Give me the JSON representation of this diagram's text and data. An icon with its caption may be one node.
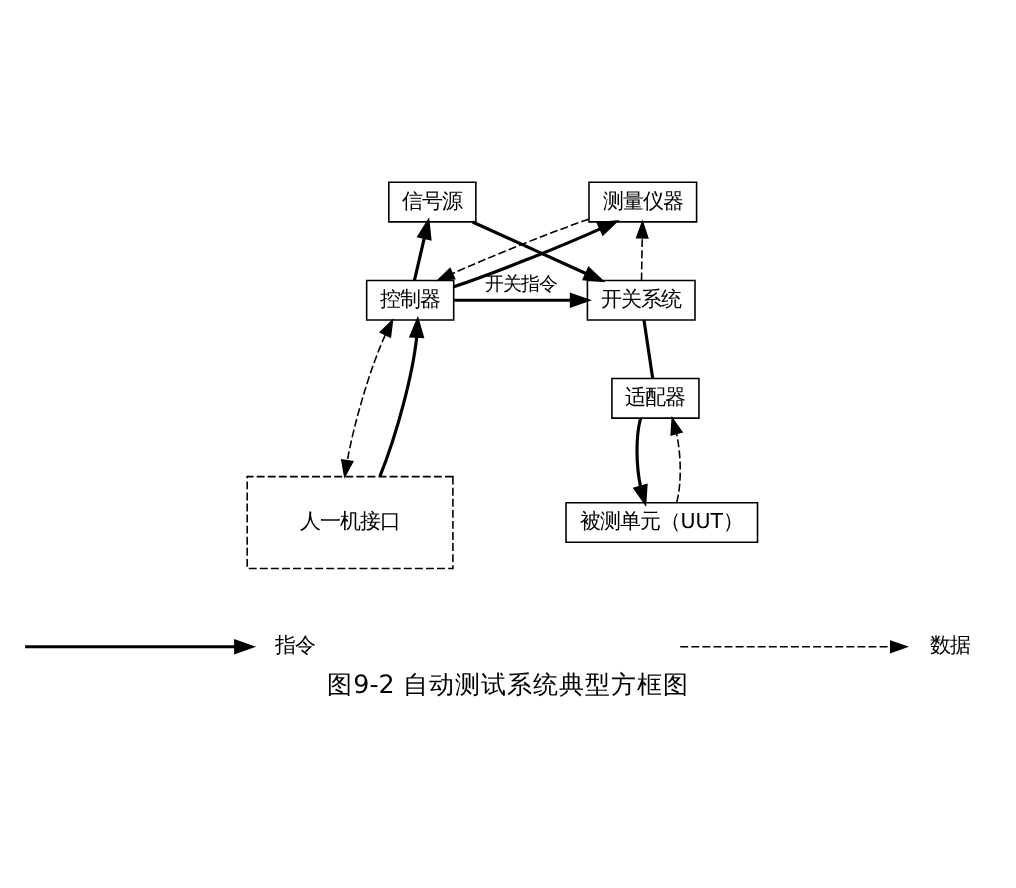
{
  "diagram": {
    "caption": "图9-2 自动测试系统典型方框图",
    "nodes": [
      {
        "text": [
          "信号源"
        ]
      },
      {
        "text": [
          "测量仪器"
        ]
      },
      {
        "text": [
          "控制器"
        ]
      },
      {
        "text": [
          "开关系统"
        ]
      },
      {
        "text": [
          "适配器"
        ]
      },
      {
        "text": [
          "人一机接口"
        ]
      },
      {
        "text": [
          "被测单元（UUT）"
        ]
      }
    ],
    "edges": [
      {
        "from": 2,
        "to": 0,
        "arrow": "to"
      },
      {
        "from": 2,
        "to": 1,
        "arrow": "to"
      },
      {
        "from": 1,
        "to": 2,
        "arrow": "to",
        "style": "dashed"
      },
      {
        "from": 2,
        "to": 3,
        "arrow": "to",
        "label": "开关指令"
      },
      {
        "from": 0,
        "to": 3,
        "arrow": "to"
      },
      {
        "from": 3,
        "to": 1,
        "arrow": "to",
        "style": "dashed"
      },
      {
        "from": 3,
        "to": 4,
        "arrow": "none"
      },
      {
        "from": 4,
        "to": 6,
        "arrow": "to"
      },
      {
        "from": 6,
        "to": 4,
        "arrow": "to",
        "style": "dashed"
      },
      {
        "from": 5,
        "to": 2,
        "arrow": "to"
      },
      {
        "from": 2,
        "to": 5,
        "arrow": "both",
        "style": "dashed"
      }
    ],
    "legend": [
      {
        "text": "指令"
      },
      {
        "text": "数据"
      }
    ]
  }
}
